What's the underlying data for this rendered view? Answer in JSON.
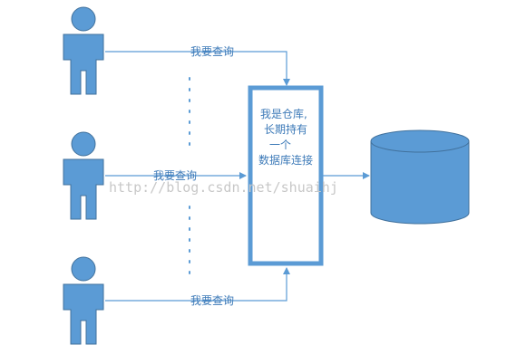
{
  "colors": {
    "shape_fill": "#5b9bd5",
    "shape_stroke": "#41719c",
    "line": "#5b9bd5",
    "text": "#3d7ab8",
    "watermark": "#c8c8c8"
  },
  "users": [
    {
      "icon": "person-icon",
      "query_label": "我要查询"
    },
    {
      "icon": "person-icon",
      "query_label": "我要查询"
    },
    {
      "icon": "person-icon",
      "query_label": "我要查询"
    }
  ],
  "warehouse_box": {
    "lines": [
      "我是仓库,",
      "长期持有",
      "一个",
      "数据库连接"
    ]
  },
  "database": {
    "icon": "database-cylinder-icon"
  },
  "watermark": "http://blog.csdn.net/shuaihj"
}
